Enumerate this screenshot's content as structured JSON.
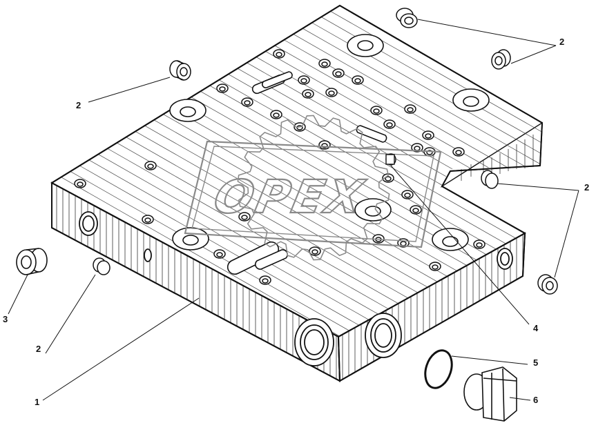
{
  "diagram": {
    "watermark": {
      "text": "OPEX"
    },
    "callouts": [
      {
        "id": "c1",
        "label": "1"
      },
      {
        "id": "c2a",
        "label": "2"
      },
      {
        "id": "c2b",
        "label": "2"
      },
      {
        "id": "c2c",
        "label": "2"
      },
      {
        "id": "c2d",
        "label": "2"
      },
      {
        "id": "c3",
        "label": "3"
      },
      {
        "id": "c4",
        "label": "4"
      },
      {
        "id": "c5",
        "label": "5"
      },
      {
        "id": "c6",
        "label": "6"
      }
    ]
  },
  "colors": {
    "line": "#1a1a1a",
    "watermark": "#8a8a8a",
    "background": "#ffffff"
  }
}
